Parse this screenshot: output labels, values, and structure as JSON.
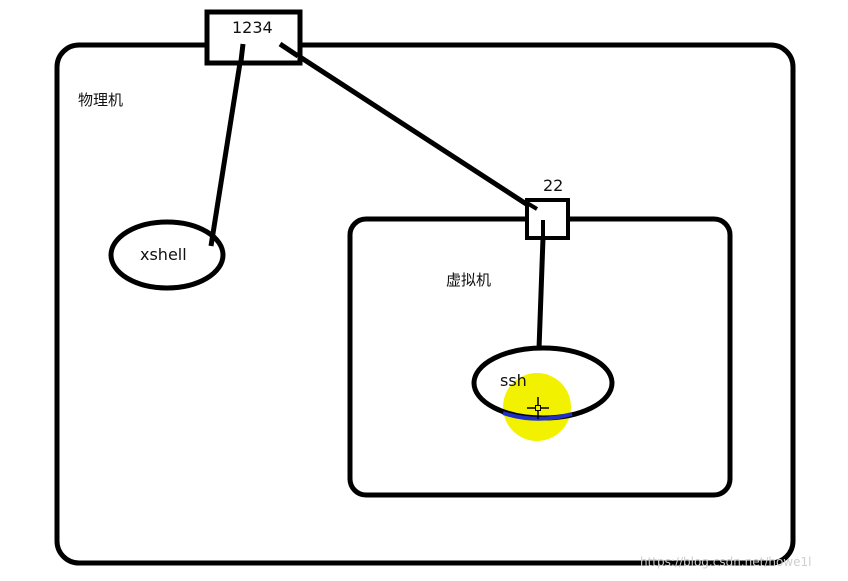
{
  "diagram": {
    "physical_machine": {
      "label": "物理机"
    },
    "virtual_machine": {
      "label": "虚拟机"
    },
    "client": {
      "label": "xshell"
    },
    "server": {
      "label": "ssh"
    },
    "host_port": {
      "label": "1234"
    },
    "guest_port": {
      "label": "22"
    },
    "connections": [
      {
        "from": "client",
        "to": "host_port"
      },
      {
        "from": "host_port",
        "to": "guest_port"
      },
      {
        "from": "guest_port",
        "to": "server"
      }
    ],
    "cursor_highlight": {
      "color": "#f2f200",
      "accent": "#1f2fc8"
    },
    "watermark": "https://blog.csdn.net/howe1l"
  }
}
